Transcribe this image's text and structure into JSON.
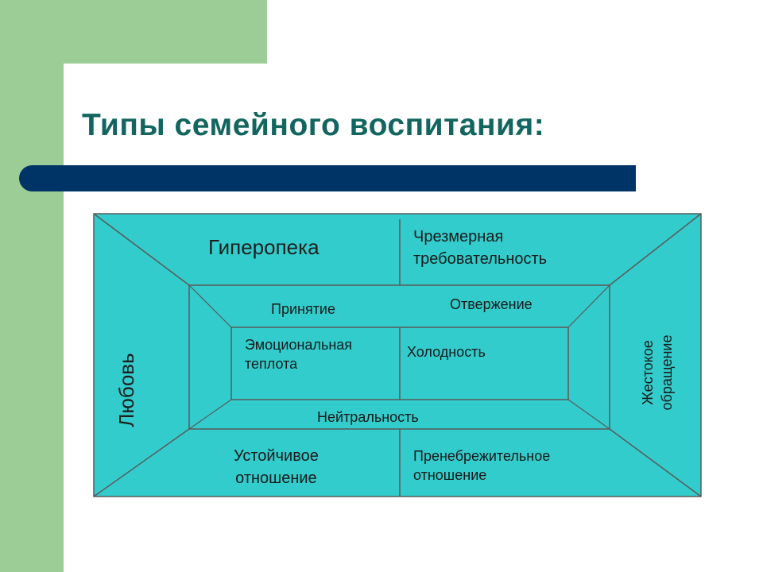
{
  "title": "Типы семейного воспитания:",
  "colors": {
    "sidebar_green": "#9dcd96",
    "title_teal": "#136660",
    "bar_navy": "#003366",
    "diagram_fill": "#33cccc"
  },
  "diagram": {
    "top_left": "Гиперопека",
    "top_right": [
      "Чрезмерная",
      "требовательность"
    ],
    "mid_left": "Принятие",
    "mid_right": "Отвержение",
    "inner_left": [
      "Эмоциональная",
      "теплота"
    ],
    "inner_right": "Холодность",
    "mid_bottom": "Нейтральность",
    "bottom_left": [
      "Устойчивое",
      "отношение"
    ],
    "bottom_right": [
      "Пренебрежительное",
      "отношение"
    ],
    "left_side": "Любовь",
    "right_side": [
      "Жестокое",
      "обращение"
    ]
  }
}
